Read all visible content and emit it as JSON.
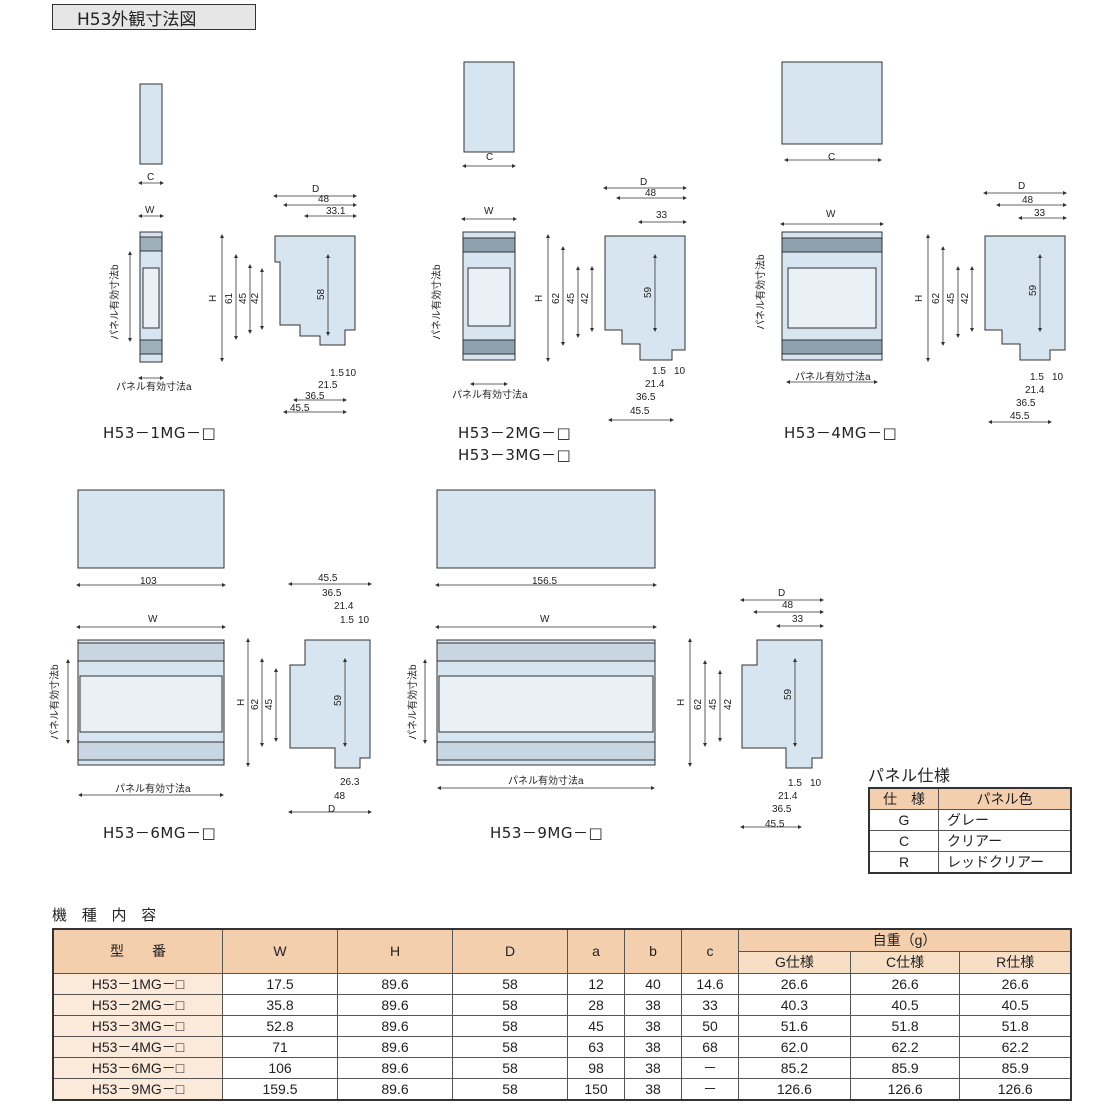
{
  "title": "H53外観寸法図",
  "models": {
    "m1": "H53－1MG－□",
    "m2": "H53－2MG－□",
    "m3": "H53－3MG－□",
    "m4": "H53－4MG－□",
    "m6": "H53－6MG－□",
    "m9": "H53－9MG－□"
  },
  "dims": {
    "W": "W",
    "H": "H",
    "D": "D",
    "C": "C",
    "panel_a": "パネル有効寸法a",
    "panel_b": "パネル有効寸法b",
    "d48": "48",
    "d33_1": "33.1",
    "d33": "33",
    "d58": "58",
    "d59": "59",
    "d61": "61",
    "d62": "62",
    "d45": "45",
    "d42": "42",
    "d1_5": "1.5",
    "d10": "10",
    "d21_5": "21.5",
    "d21_4": "21.4",
    "d36_5": "36.5",
    "d45_5": "45.5",
    "d26_3": "26.3",
    "d103": "103",
    "d156_5": "156.5"
  },
  "panel_spec": {
    "title": "パネル仕様",
    "headers": [
      "仕　様",
      "パネル色"
    ],
    "rows": [
      [
        "G",
        "グレー"
      ],
      [
        "C",
        "クリアー"
      ],
      [
        "R",
        "レッドクリアー"
      ]
    ]
  },
  "spec_table": {
    "title": "機 種 内 容",
    "headers": {
      "model": "型　　番",
      "W": "W",
      "H": "H",
      "D": "D",
      "a": "a",
      "b": "b",
      "c": "c",
      "weight": "自重（g）",
      "g": "G仕様",
      "c_spec": "C仕様",
      "r": "R仕様"
    },
    "rows": [
      [
        "H53－1MG－□",
        "17.5",
        "89.6",
        "58",
        "12",
        "40",
        "14.6",
        "26.6",
        "26.6",
        "26.6"
      ],
      [
        "H53－2MG－□",
        "35.8",
        "89.6",
        "58",
        "28",
        "38",
        "33",
        "40.3",
        "40.5",
        "40.5"
      ],
      [
        "H53－3MG－□",
        "52.8",
        "89.6",
        "58",
        "45",
        "38",
        "50",
        "51.6",
        "51.8",
        "51.8"
      ],
      [
        "H53－4MG－□",
        "71",
        "89.6",
        "58",
        "63",
        "38",
        "68",
        "62.0",
        "62.2",
        "62.2"
      ],
      [
        "H53－6MG－□",
        "106",
        "89.6",
        "58",
        "98",
        "38",
        "－",
        "85.2",
        "85.9",
        "85.9"
      ],
      [
        "H53－9MG－□",
        "159.5",
        "89.6",
        "58",
        "150",
        "38",
        "－",
        "126.6",
        "126.6",
        "126.6"
      ]
    ]
  },
  "colors": {
    "body": "#d4e3ef",
    "outline": "#333333",
    "header_bg": "#f4cfae"
  }
}
